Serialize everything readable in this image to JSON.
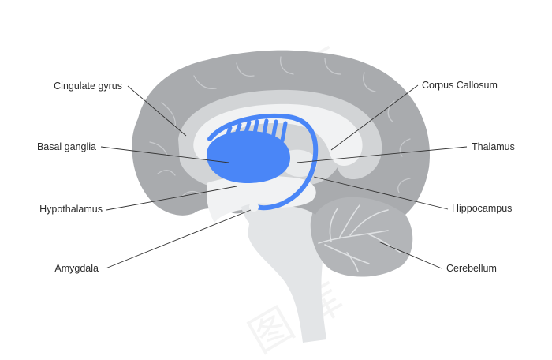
{
  "labels": {
    "cingulate_gyrus": "Cingulate gyrus",
    "basal_ganglia": "Basal ganglia",
    "hypothalamus": "Hypothalamus",
    "amygdala": "Amygdala",
    "corpus_callosum": "Corpus Callosum",
    "thalamus": "Thalamus",
    "hippocampus": "Hippocampus",
    "cerebellum": "Cerebellum"
  },
  "colors": {
    "cortex": "#a9abae",
    "cortex_inner": "#d2d4d6",
    "callosum": "#f1f2f3",
    "brainstem": "#e3e5e7",
    "cerebellum": "#b3b5b8",
    "highlight": "#4a86f7",
    "leader_line": "#333333",
    "label_text": "#2b2b2b"
  }
}
